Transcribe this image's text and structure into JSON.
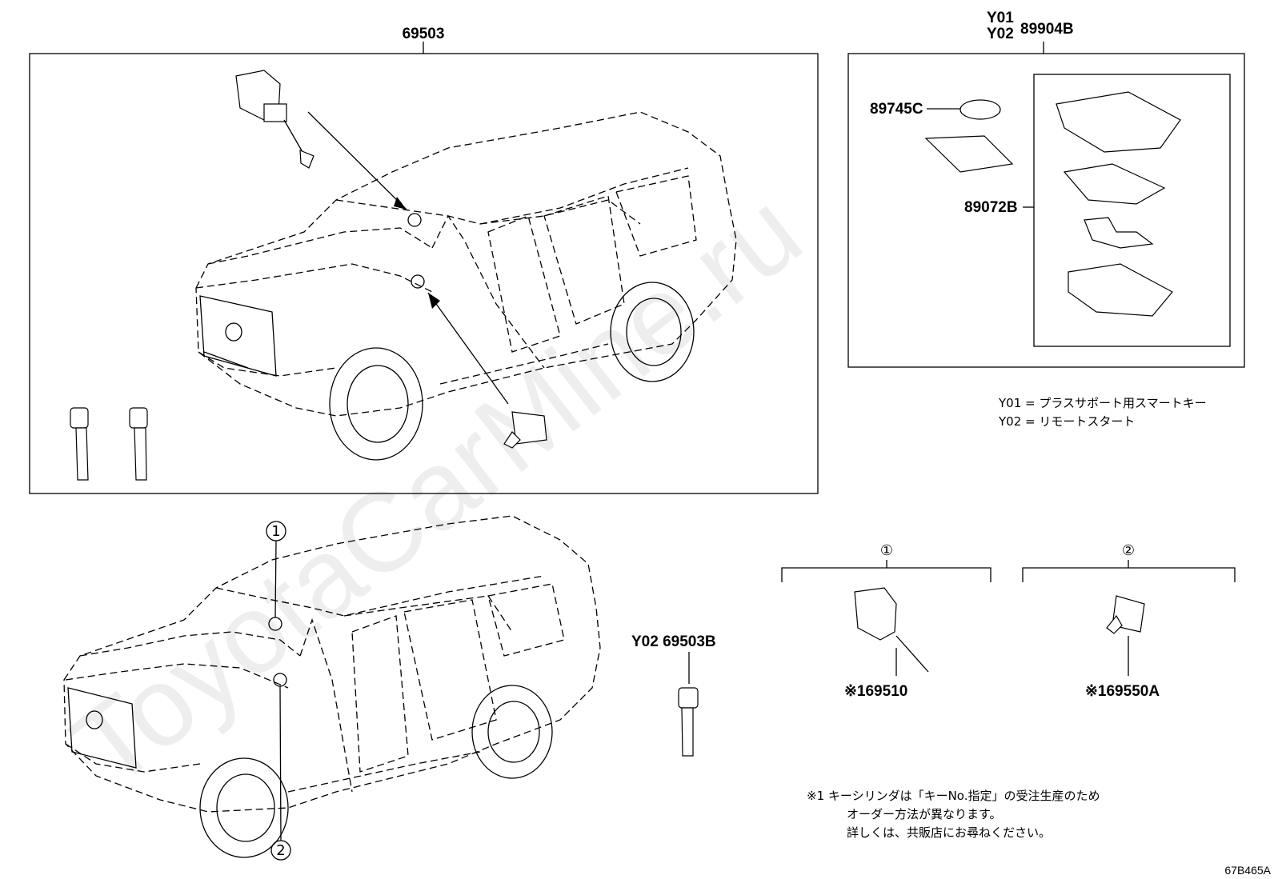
{
  "diagram": {
    "watermark": "ToyotaCarMine.ru",
    "labels": {
      "main_assembly": "69503",
      "y01": "Y01",
      "y02": "Y02",
      "key_assembly": "89904B",
      "battery": "89745C",
      "transmitter_housing": "89072B",
      "y02_key": "Y02 69503B",
      "cylinder_1": "※169510",
      "cylinder_2": "※169550A",
      "circle_1": "①",
      "circle_2": "②",
      "figure_code": "67B465A"
    },
    "legend": [
      "Y01 = プラスサポート用スマートキー",
      "Y02 = リモートスタート"
    ],
    "footnote": [
      "※1  キーシリンダは「キーNo.指定」の受注生産のため",
      "オーダー方法が異なります。",
      "詳しくは、共販店にお尋ねください。"
    ]
  }
}
